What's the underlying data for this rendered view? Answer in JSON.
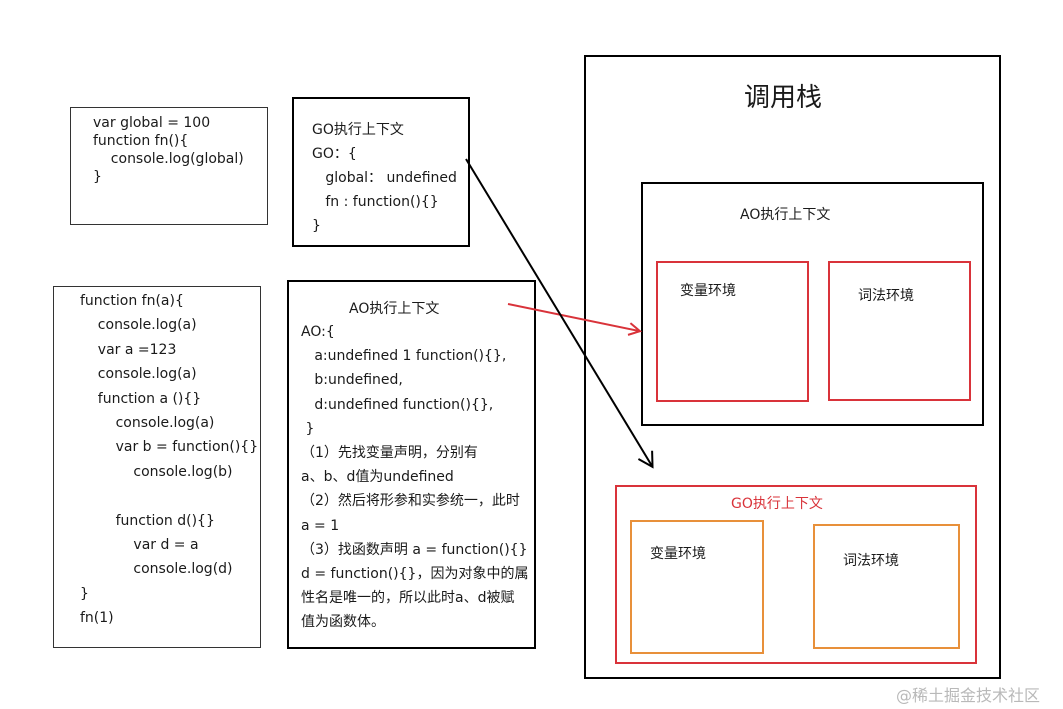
{
  "code_box_1": {
    "lines": [
      "var global = 100",
      "function fn(){",
      "    console.log(global)",
      "}"
    ]
  },
  "code_box_2": {
    "lines": [
      "function fn(a){",
      "    console.log(a)",
      "    var a =123",
      "    console.log(a)",
      "    function a (){}",
      "        console.log(a)",
      "        var b = function(){}",
      "            console.log(b)",
      "",
      "        function d(){}",
      "            var d = a",
      "            console.log(d)",
      "}",
      "fn(1)"
    ]
  },
  "go_context": {
    "lines": [
      "GO执行上下文",
      "GO：{",
      "   global： undefined",
      "   fn : function(){}",
      "}"
    ]
  },
  "ao_context": {
    "title": "AO执行上下文",
    "lines": [
      "AO:{",
      "   a:undefined 1 function(){},",
      "   b:undefined,",
      "   d:undefined function(){},",
      " }",
      "（1）先找变量声明，分别有",
      "a、b、d值为undefined",
      "（2）然后将形参和实参统一，此时",
      "a = 1",
      "（3）找函数声明 a = function(){}",
      "d = function(){}，因为对象中的属",
      "性名是唯一的，所以此时a、d被赋",
      "值为函数体。"
    ]
  },
  "call_stack": {
    "title": "调用栈",
    "ao_frame": {
      "title": "AO执行上下文",
      "var_env": "变量环境",
      "lex_env": "词法环境"
    },
    "go_frame": {
      "title": "GO执行上下文",
      "var_env": "变量环境",
      "lex_env": "词法环境"
    }
  },
  "watermark": "@稀土掘金技术社区",
  "colors": {
    "red": "#d9333a",
    "orange": "#e8903a",
    "black": "#000000"
  }
}
